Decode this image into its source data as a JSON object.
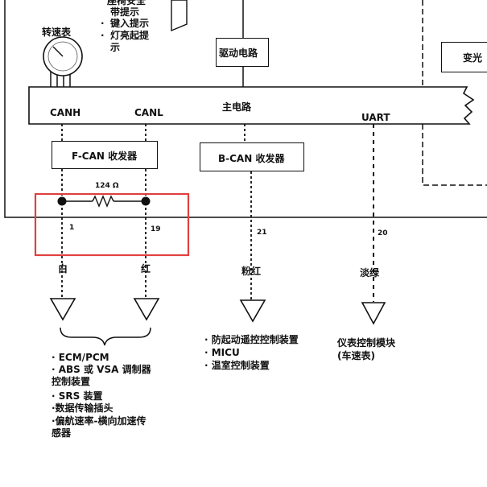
{
  "top_text": {
    "line1": "座椅安全",
    "line2": "带提示",
    "line3": "键入提示",
    "line4": "灯亮起提",
    "line5": "示",
    "bullet": "·"
  },
  "tachometer_label": "转速表",
  "drive_circuit_label": "驱动电路",
  "shift_label": "变光",
  "main_circuit_label": "主电路",
  "pins": {
    "canh": "CANH",
    "canl": "CANL",
    "uart": "UART"
  },
  "fcan_label": "F-CAN 收发器",
  "bcan_label": "B-CAN 收发器",
  "resistor_label": "124 Ω",
  "terminals": {
    "t1": "1",
    "t19": "19",
    "t21": "21",
    "t20": "20"
  },
  "wire_colors": {
    "white": "白",
    "red": "红",
    "pink": "粉红",
    "light_green": "淡绿"
  },
  "fcan_modules": [
    "· ECM/PCM",
    "· ABS 或 VSA 调制器",
    "  控制装置",
    "· SRS 装置",
    "·数据传输插头",
    "·偏航速率-横向加速传",
    "  感器"
  ],
  "bcan_modules": [
    "· 防起动遥控控制装置",
    "· MICU",
    "· 温室控制装置"
  ],
  "uart_module": {
    "line1": "仪表控制模块",
    "line2": "(车速表)"
  },
  "colors": {
    "line": "#111111",
    "highlight": "#e0403f"
  }
}
